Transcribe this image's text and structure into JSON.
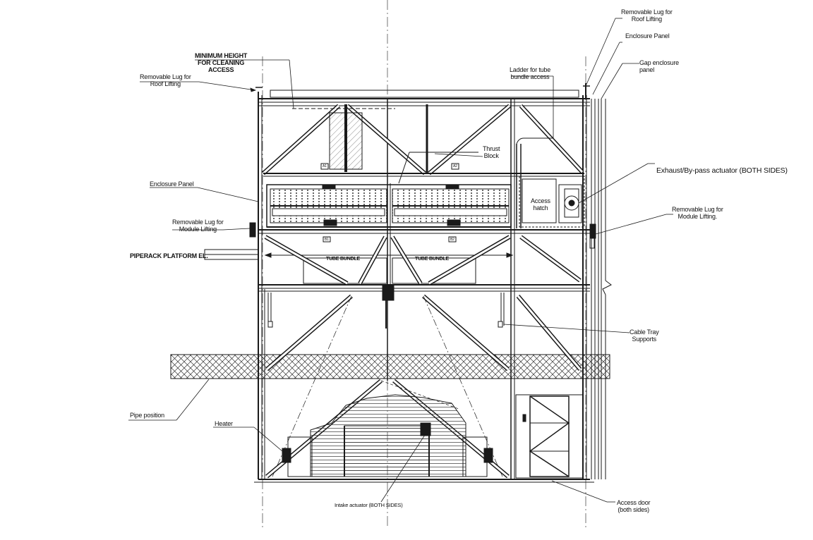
{
  "labels": {
    "removable_lug_roof_right": "Removable Lug for\nRoof Lifting",
    "enclosure_panel_top": "Enclosure Panel",
    "gap_enclosure_panel": "Gap enclosure\npanel",
    "min_height_cleaning": "MINIMUM HEIGHT\nFOR CLEANING\nACCESS",
    "removable_lug_roof_left": "Removable Lug for\nRoof Lifting",
    "ladder_tube_bundle": "Ladder for tube\nbundle access",
    "thrust_block": "Thrust\nBlock",
    "exhaust_bypass_actuator": "Exhaust/By-pass actuator (BOTH SIDES)",
    "enclosure_panel_left": "Enclosure Panel",
    "access_hatch": "Access\nhatch",
    "removable_lug_module_left": "Removable Lug for\nModule Lifting",
    "removable_lug_module_right": "Removable Lug for\nModule Lifting.",
    "piperack_platform": "PIPERACK PLATFORM EL.",
    "tube_bundle_left": "TUBE BUNDLE",
    "tube_bundle_right": "TUBE BUNDLE",
    "cable_tray_supports": "Cable Tray\nSupports",
    "pipe_position": "Pipe position",
    "heater": "Heater",
    "intake_actuator": "Intake actuator (BOTH SIDES)",
    "access_door": "Access door\n(both sides)"
  },
  "tags": {
    "a1": "A1",
    "a2": "A2",
    "b1": "B1",
    "b2": "B2"
  },
  "colors": {
    "line": "#1a1a1a",
    "hatch": "#333333",
    "background": "#ffffff"
  }
}
